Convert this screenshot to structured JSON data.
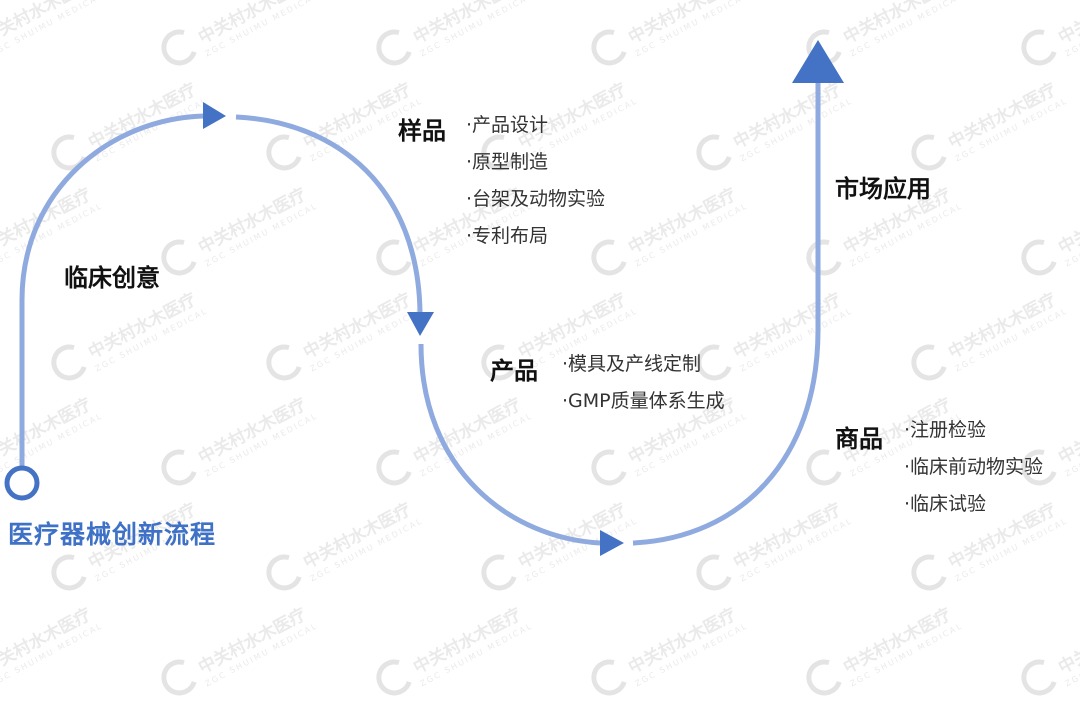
{
  "title": "医疗器械创新流程",
  "colors": {
    "line": "#8faadf",
    "arrow": "#4472c4",
    "title": "#3f72c6",
    "stage_text": "#111111",
    "item_text": "#333333",
    "watermark": "#d9d9d9"
  },
  "watermark": {
    "text": "中关村水木医疗",
    "subtext": "ZGC SHUIMU MEDICAL"
  },
  "stages": [
    {
      "name": "临床创意",
      "items": []
    },
    {
      "name": "样品",
      "items": [
        "·产品设计",
        "·原型制造",
        "·台架及动物实验",
        "·专利布局"
      ]
    },
    {
      "name": "产品",
      "items": [
        "·模具及产线定制",
        "·GMP质量体系生成"
      ]
    },
    {
      "name": "商品",
      "items": [
        "·注册检验",
        "·临床前动物实验",
        "·临床试验"
      ]
    },
    {
      "name": "市场应用",
      "items": []
    }
  ]
}
